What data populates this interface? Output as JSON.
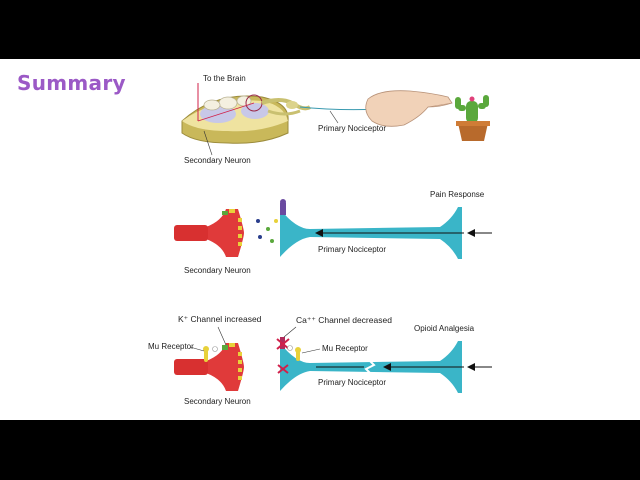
{
  "slide": {
    "title": "Summary",
    "panel1": {
      "to_brain": "To the Brain",
      "secondary": "Secondary Neuron",
      "primary": "Primary Nociceptor"
    },
    "panel2": {
      "response": "Pain Response",
      "secondary": "Secondary Neuron",
      "primary": "Primary Nociceptor"
    },
    "panel3": {
      "k_channel": "K⁺ Channel increased",
      "ca_channel": "Ca⁺⁺ Channel decreased",
      "mu_left": "Mu Receptor",
      "mu_right": "Mu Receptor",
      "analgesia": "Opioid Analgesia",
      "secondary": "Secondary Neuron",
      "primary": "Primary Nociceptor"
    }
  },
  "colors": {
    "title": "#9b59c6",
    "secondary_neuron": "#e03a3a",
    "primary_nociceptor": "#3ab5c8",
    "letterbox": "#000000"
  }
}
